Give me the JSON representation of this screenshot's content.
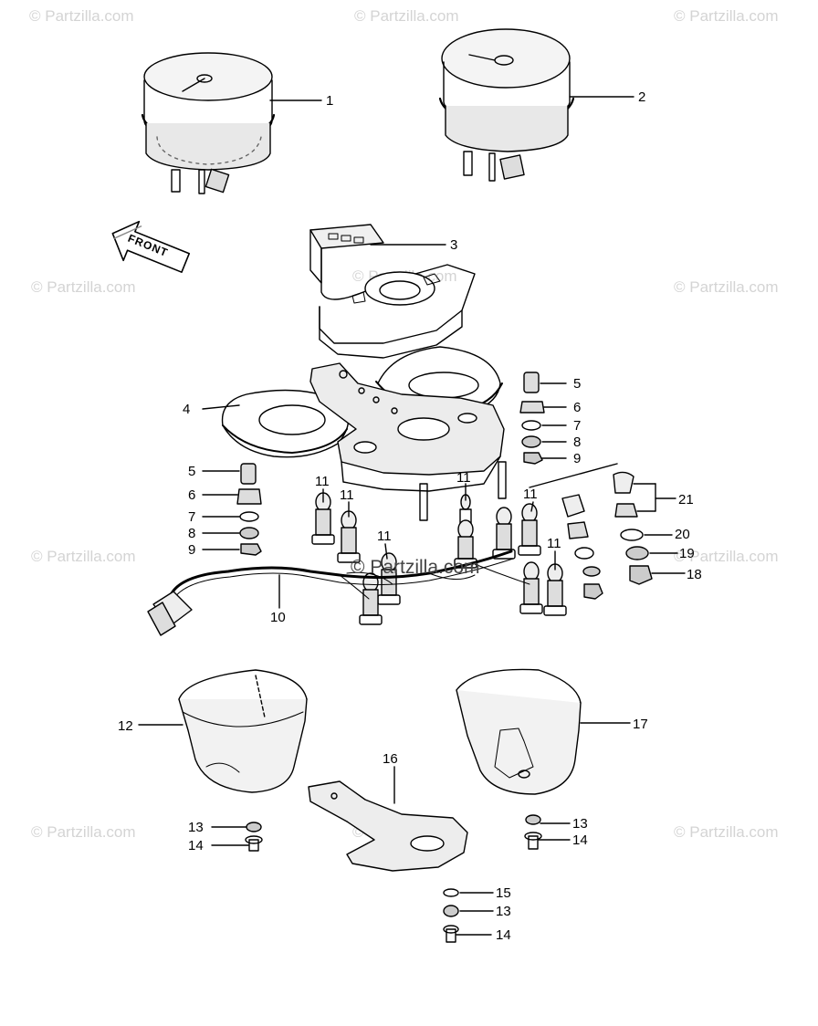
{
  "diagram": {
    "front_label": "FRONT",
    "watermark": "© Partzilla.com",
    "callouts": [
      "1",
      "2",
      "3",
      "4",
      "5",
      "6",
      "7",
      "8",
      "9",
      "10",
      "11",
      "12",
      "13",
      "14",
      "15",
      "16",
      "17",
      "18",
      "19",
      "20",
      "21"
    ]
  }
}
